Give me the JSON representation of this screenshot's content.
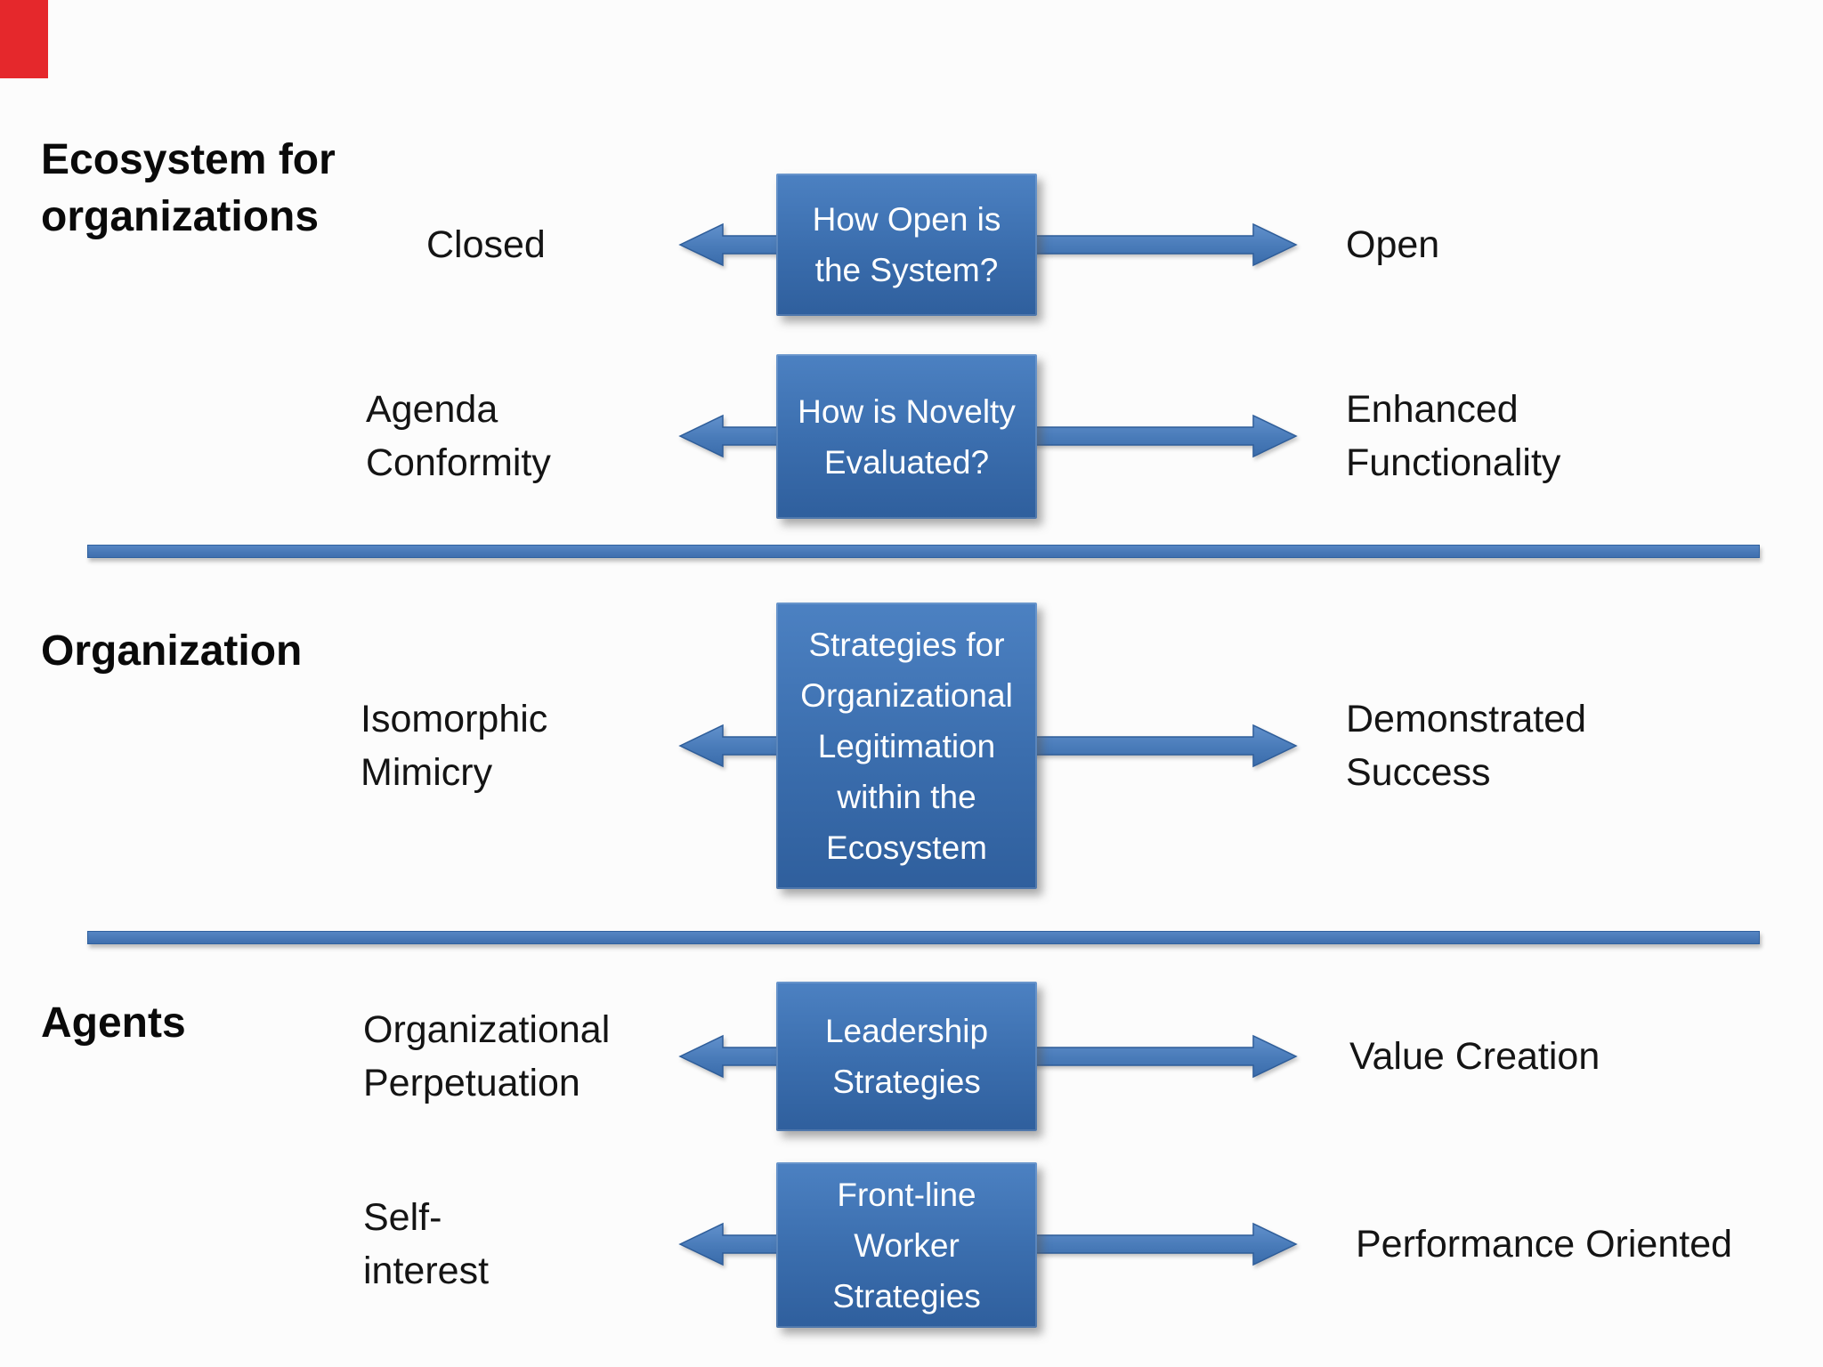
{
  "slide": {
    "colors": {
      "background": "#fcfcfc",
      "box_blue_top": "#4c81c2",
      "box_blue_bottom": "#2f5f9d",
      "arrow_blue": "#4a7dbd",
      "divider_blue": "#4a7dbd",
      "corner_mark_red": "#e5282c",
      "heading_text": "#0a0a0a",
      "box_text": "#ffffff"
    },
    "sections": [
      {
        "heading": "Ecosystem for\norganizations"
      },
      {
        "heading": "Organization"
      },
      {
        "heading": "Agents"
      }
    ],
    "rows": [
      {
        "box": "How Open is\nthe System?",
        "left": "Closed",
        "right": "Open"
      },
      {
        "box": "How is Novelty\nEvaluated?",
        "left": "Agenda\nConformity",
        "right": "Enhanced\nFunctionality"
      },
      {
        "box": "Strategies for\nOrganizational\nLegitimation\nwithin the\nEcosystem",
        "left": "Isomorphic\nMimicry",
        "right": "Demonstrated\nSuccess"
      },
      {
        "box": "Leadership\nStrategies",
        "left": "Organizational\nPerpetuation",
        "right": "Value Creation"
      },
      {
        "box": "Front-line\nWorker\nStrategies",
        "left": "Self-\ninterest",
        "right": "Performance Oriented"
      }
    ]
  }
}
